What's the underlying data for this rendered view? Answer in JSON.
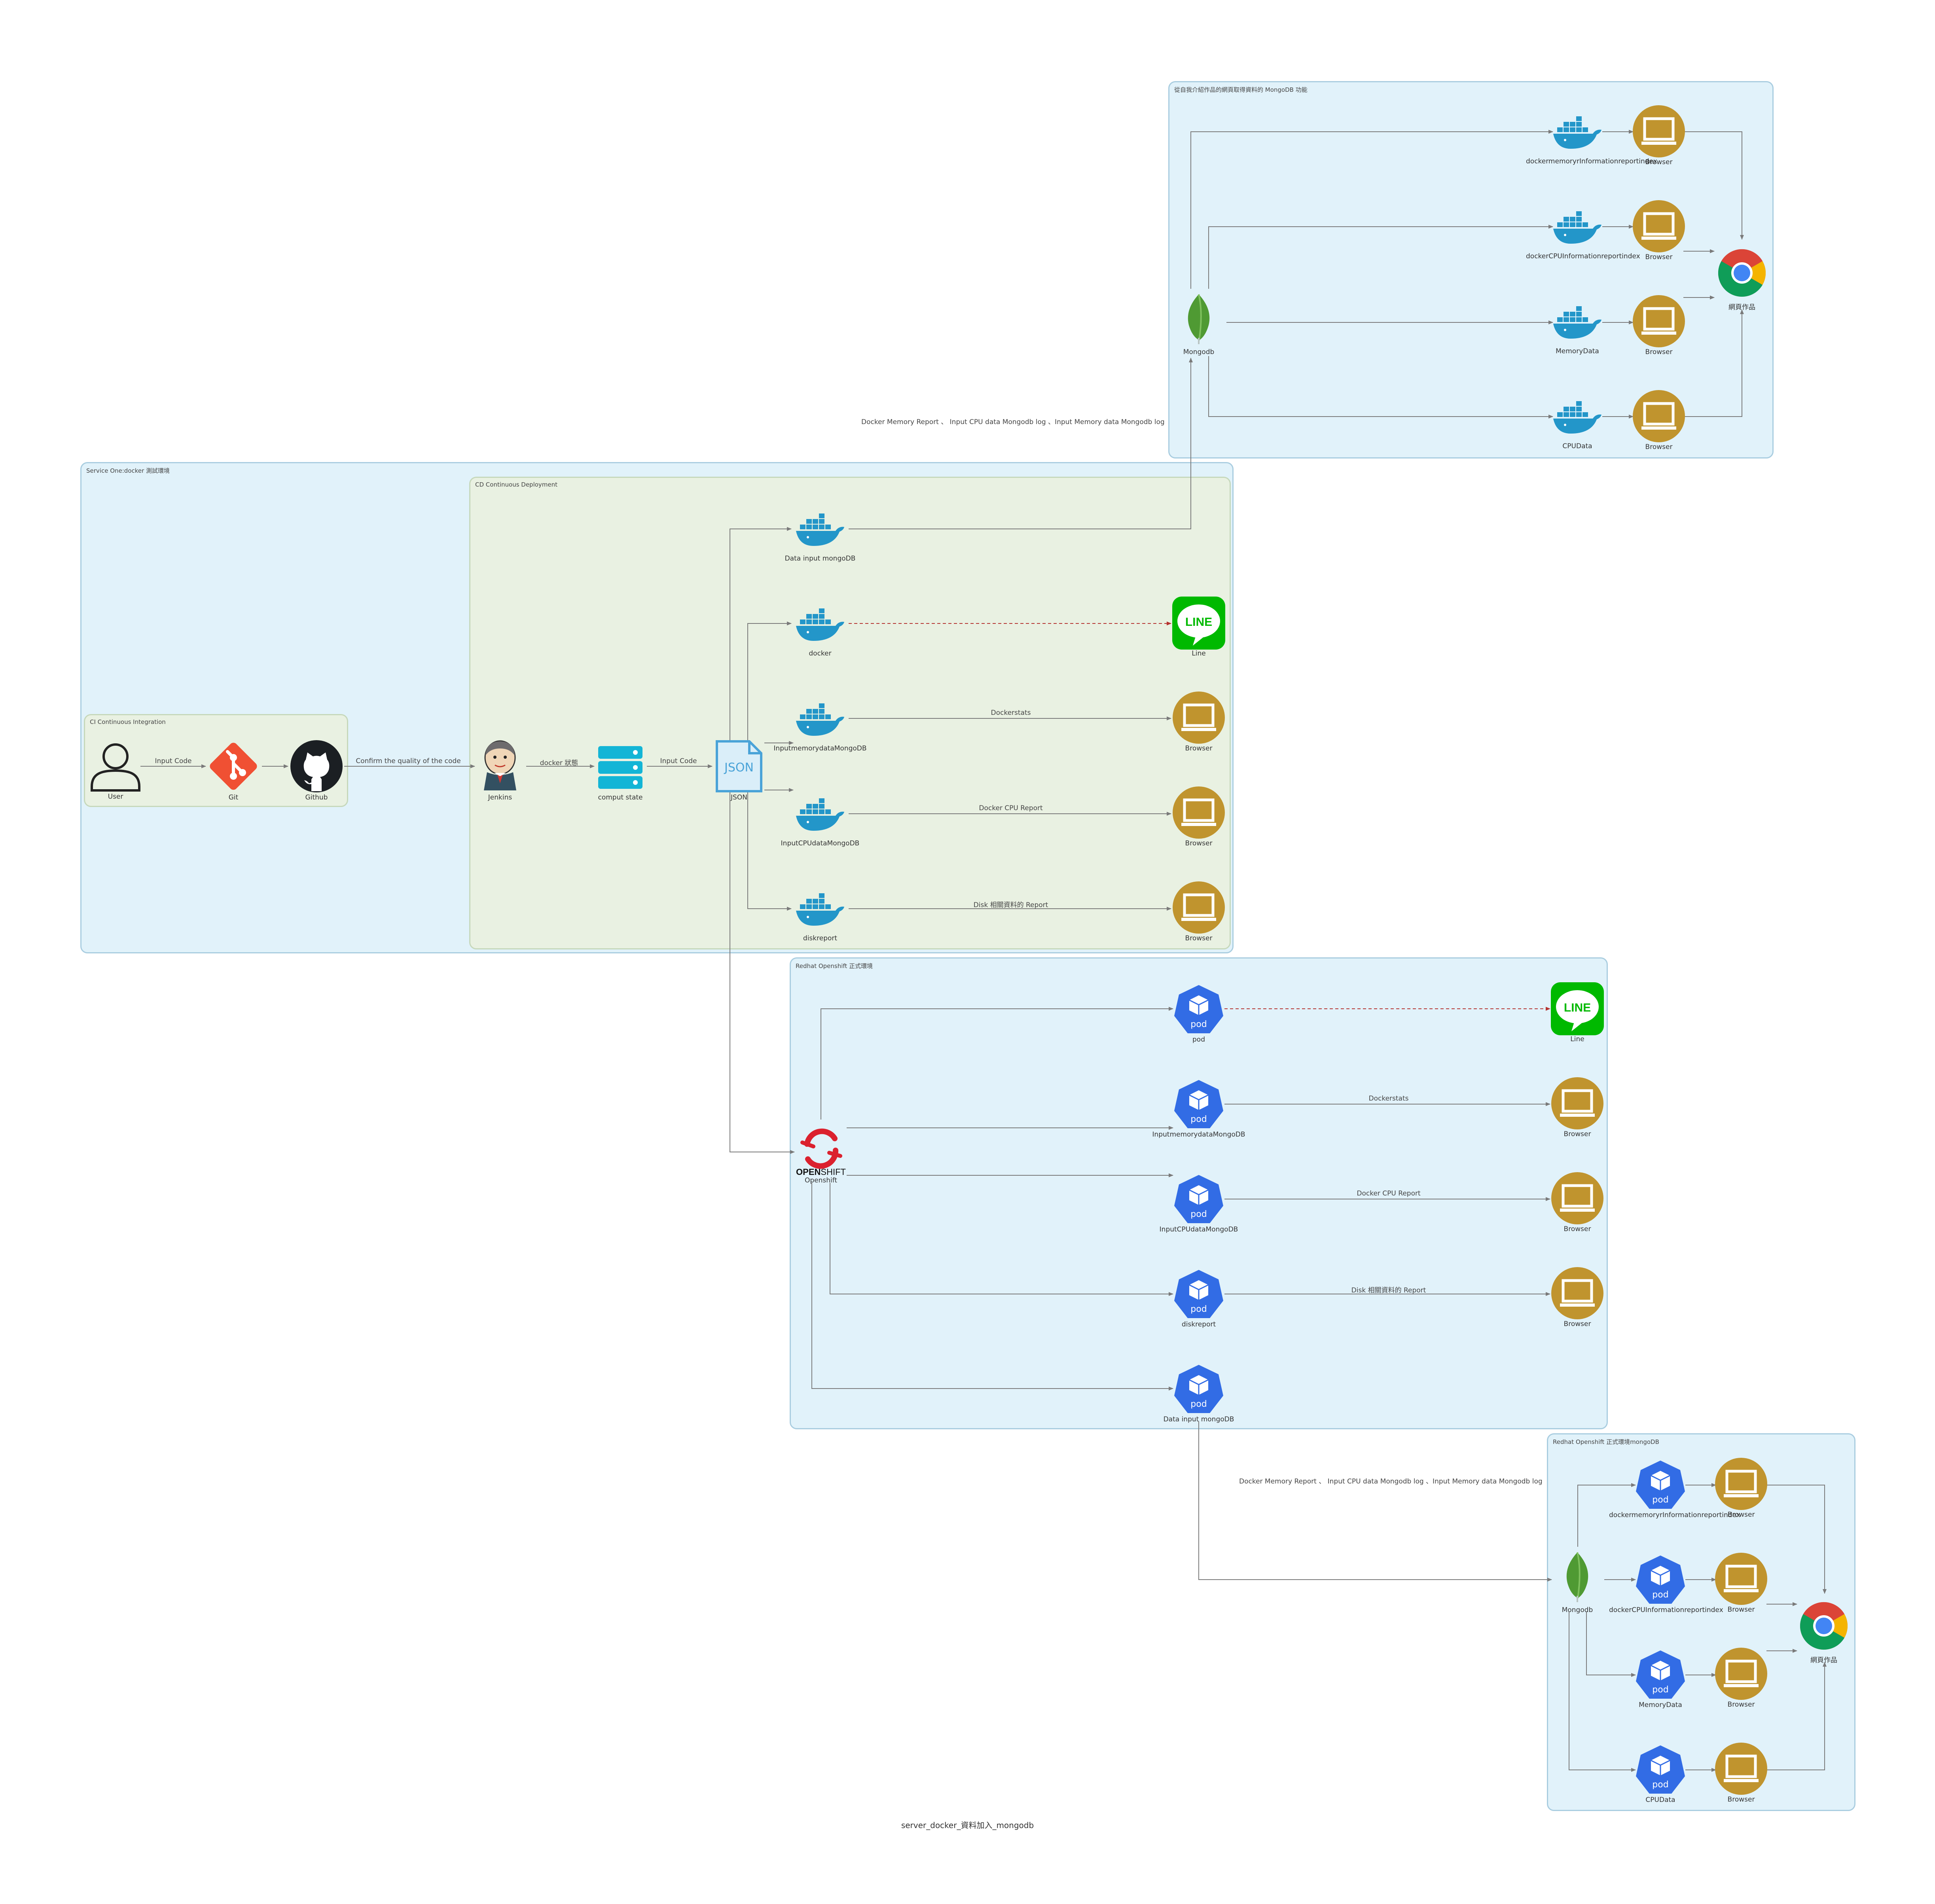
{
  "footer": "server_docker_資料加入_mongodb",
  "clusters": {
    "top": "從自我介紹作品的網頁取得資料的 MongoDB 功能",
    "service": "Service One:docker 測試環境",
    "cd": "CD Continuous Deployment",
    "ci": "CI Continuous Integration",
    "redhat": "Redhat Openshift 正式環境",
    "redhat_mongo": "Redhat Openshift 正式環境mongoDB"
  },
  "notes": {
    "top": "Docker Memory Report 、 Input CPU data Mongodb log 、Input Memory data Mongodb log",
    "bottom": "Docker Memory Report 、 Input CPU data Mongodb log 、Input Memory data Mongodb log"
  },
  "nodes": {
    "user": "User",
    "git": "Git",
    "github": "Github",
    "jenkins": "Jenkins",
    "comput": "comput state",
    "json": "JSON",
    "json_icon_text": "JSON",
    "d_mongo": "Data input mongoDB",
    "d_docker": "docker",
    "d_mem": "InputmemorydataMongoDB",
    "d_cpu": "InputCPUdataMongoDB",
    "d_disk": "diskreport",
    "line1": "Line",
    "br_s1": "Browser",
    "br_s2": "Browser",
    "br_s3": "Browser",
    "t_mongodb": "Mongodb",
    "t_d1": "dockermemoryrInformationreportindex",
    "t_d2": "dockerCPUInformationreportindex",
    "t_d3": "MemoryData",
    "t_d4": "CPUData",
    "t_b1": "Browser",
    "t_b2": "Browser",
    "t_b3": "Browser",
    "t_b4": "Browser",
    "t_chrome": "網頁作品",
    "openshift": "Openshift",
    "openshift_word_a": "OPEN",
    "openshift_word_b": "SHIFT",
    "r_pod": "pod",
    "r_mem": "InputmemorydataMongoDB",
    "r_cpu": "InputCPUdataMongoDB",
    "r_disk": "diskreport",
    "r_mongo": "Data input mongoDB",
    "line2": "Line",
    "br_r1": "Browser",
    "br_r2": "Browser",
    "br_r3": "Browser",
    "b_mongodb": "Mongodb",
    "b_p1": "dockermemoryrInformationreportindex",
    "b_p2": "dockerCPUInformationreportindex",
    "b_p3": "MemoryData",
    "b_p4": "CPUData",
    "b_b1": "Browser",
    "b_b2": "Browser",
    "b_b3": "Browser",
    "b_b4": "Browser",
    "b_chrome": "網頁作品",
    "pod_text": "pod",
    "line_text": "LINE"
  },
  "edge_labels": {
    "input_code_1": "Input Code",
    "confirm": "Confirm the quality of the code",
    "docker_state": "docker 狀態",
    "input_code_2": "Input Code",
    "dockerstats_1": "Dockerstats",
    "docker_cpu_1": "Docker CPU Report",
    "disk_1": "Disk 相關資料的 Report",
    "dockerstats_2": "Dockerstats",
    "docker_cpu_2": "Docker CPU Report",
    "disk_2": "Disk 相關資料的 Report"
  },
  "colors": {
    "cluster_blue": "#e1f2fa",
    "cluster_green": "#e9f1e2",
    "cluster_border": "#a9cde0",
    "edge": "#7a7a7a",
    "dashed_edge": "#b5322f",
    "docker": "#2396c9",
    "browser": "#c0942e",
    "pod": "#326ce5",
    "line_green": "#00b900",
    "git": "#f05033",
    "openshift_red": "#db212e",
    "mongodb_green": "#4f9a33",
    "comput_cyan": "#13b5d6",
    "json_blue": "#4aa3d8"
  }
}
